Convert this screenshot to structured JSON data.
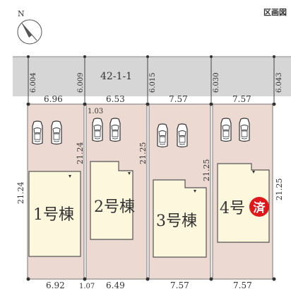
{
  "title": "区画図",
  "compass": {
    "north_label": "N"
  },
  "road": {
    "label": "42-1-1"
  },
  "dimensions": {
    "road_widths": [
      "6.004",
      "6.009",
      "6.015",
      "6.030",
      "6.043"
    ],
    "top_widths": [
      "6.96",
      "6.53",
      "7.57",
      "7.57"
    ],
    "bottom_widths": [
      "6.92",
      "1.07",
      "6.49",
      "7.57",
      "7.57"
    ],
    "small_top": "1.03",
    "depths": [
      "21.24",
      "21.24",
      "21.25",
      "21.25",
      "21.25"
    ]
  },
  "lots": [
    {
      "label": "1号棟",
      "sold": false
    },
    {
      "label": "2号棟",
      "sold": false
    },
    {
      "label": "3号棟",
      "sold": false
    },
    {
      "label": "4号",
      "sold": true,
      "sold_label": "済"
    }
  ],
  "colors": {
    "lot_fill": "#ecdad2",
    "building_fill": "#fdf7de",
    "road_fill": "#d6d6d6",
    "sold_badge": "#e0181c"
  }
}
